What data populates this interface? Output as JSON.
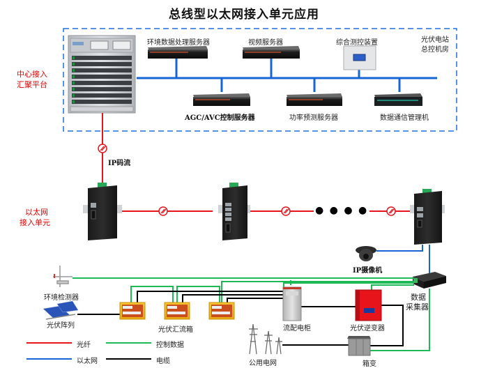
{
  "title": "总线型以太网接入单元应用",
  "control_room": {
    "label_line1": "光伏电站",
    "label_line2": "总控机房",
    "platform_label_line1": "中心接入",
    "platform_label_line2": "汇聚平台",
    "servers_top": [
      {
        "label": "环境数据处理服务器"
      },
      {
        "label": "视频服务器"
      },
      {
        "label": "综合测控装置"
      }
    ],
    "servers_bottom": [
      {
        "label": "AGC/AVC控制服务器"
      },
      {
        "label": "功率预测服务器"
      },
      {
        "label": "数据通信管理机"
      }
    ]
  },
  "uplink": {
    "label": "IP码流"
  },
  "access_unit": {
    "label_line1": "以太网",
    "label_line2": "接入单元",
    "ellipsis": "● ● ● ●"
  },
  "field": {
    "camera": "IP摄像机",
    "collector_line1": "数据",
    "collector_line2": "采集器",
    "env_monitor": "环境检测器",
    "pv_array": "光伏阵列",
    "combiner_box": "光伏汇流箱",
    "distribution_cabinet": "流配电柜",
    "inverter": "光伏逆变器",
    "public_grid": "公用电网",
    "box_transformer": "箱变"
  },
  "legend": [
    {
      "label": "光纤",
      "color": "#e8141c"
    },
    {
      "label": "控制数据",
      "color": "#1db954"
    },
    {
      "label": "以太网",
      "color": "#1565d8"
    },
    {
      "label": "电缆",
      "color": "#000000"
    }
  ],
  "colors": {
    "fiber": "#e8141c",
    "control": "#1db954",
    "ethernet": "#1565d8",
    "cable": "#000000",
    "dashed_border": "#1e6fe0"
  }
}
